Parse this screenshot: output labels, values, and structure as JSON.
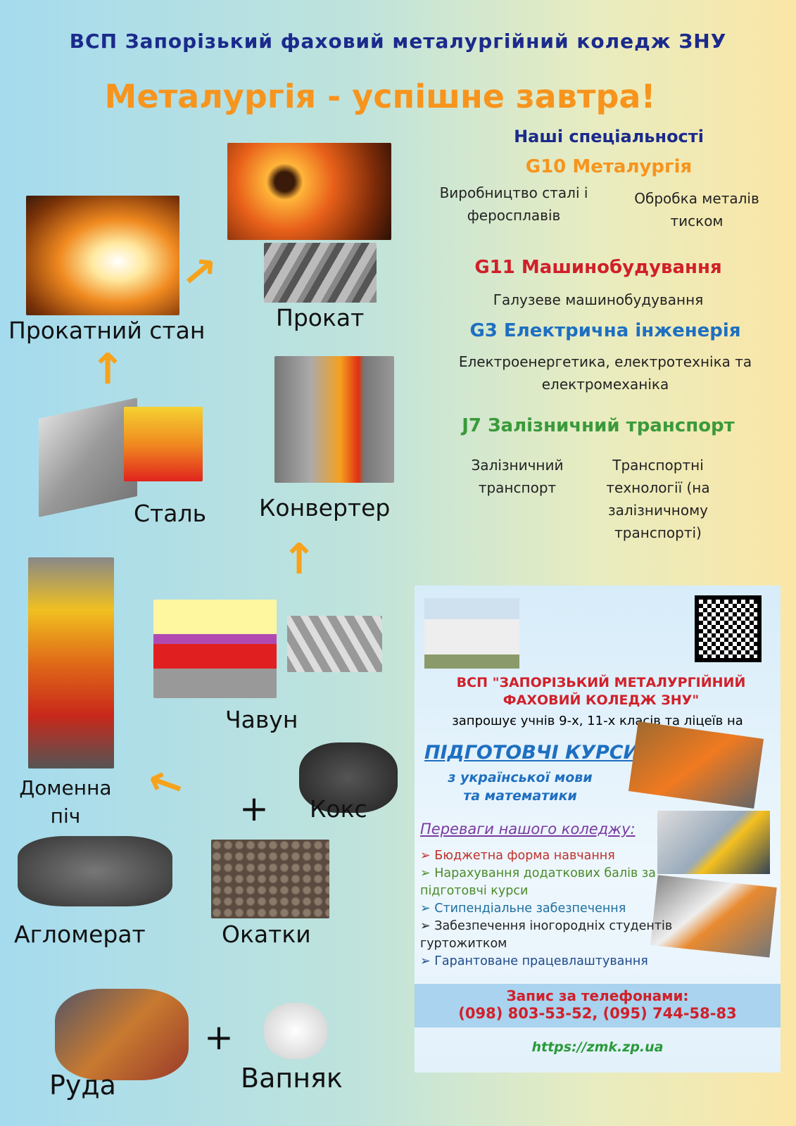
{
  "header": {
    "college": "ВСП Запорізький фаховий металургійний коледж ЗНУ",
    "slogan": "Металургія - успішне завтра!"
  },
  "process": {
    "rolling_mill": "Прокатний стан",
    "rolled": "Прокат",
    "steel": "Сталь",
    "converter": "Конвертер",
    "pig_iron": "Чавун",
    "blast_furnace": "Доменна піч",
    "coke": "Кокс",
    "agglomerate": "Агломерат",
    "pellets": "Окатки",
    "ore": "Руда",
    "limestone": "Вапняк",
    "plus": "+"
  },
  "specialties": {
    "heading": "Наші спеціальності",
    "g10": {
      "title": "G10 Металургія",
      "items": [
        "Виробництво сталі і феросплавів",
        "Обробка металів тиском"
      ]
    },
    "g11": {
      "title": "G11 Машинобудування",
      "items": [
        "Галузеве машинобудування"
      ]
    },
    "g3": {
      "title": "G3 Електрична інженерія",
      "items": [
        "Електроенергетика, електротехніка та електромеханіка"
      ]
    },
    "j7": {
      "title": "J7 Залізничний транспорт",
      "items": [
        "Залізничний транспорт",
        "Транспортні технології (на залізничному транспорті)"
      ]
    }
  },
  "flyer": {
    "org": "ВСП \"ЗАПОРІЗЬКИЙ МЕТАЛУРГІЙНИЙ ФАХОВИЙ КОЛЕДЖ ЗНУ\"",
    "invite": "запрошує учнів 9-х, 11-х класів та ліцеїв на",
    "courses": "ПІДГОТОВЧІ КУРСИ",
    "subjects": "з української мови та математики",
    "adv_title": "Переваги нашого коледжу:",
    "advantages": [
      "Бюджетна форма навчання",
      "Нарахування додаткових балів за підготовчі курси",
      "Стипендіальне забезпечення",
      "Забезпечення іногородніх студентів гуртожитком",
      "Гарантоване працевлаштування"
    ],
    "phones_label": "Запис за телефонами:",
    "phones": "(098) 803-53-52, (095) 744-58-83",
    "url": "https://zmk.zp.ua"
  },
  "colors": {
    "navy": "#1b2a8c",
    "orange": "#f7941d",
    "red": "#d0202a",
    "blue": "#1e6fc0",
    "green": "#3a9a3a"
  }
}
